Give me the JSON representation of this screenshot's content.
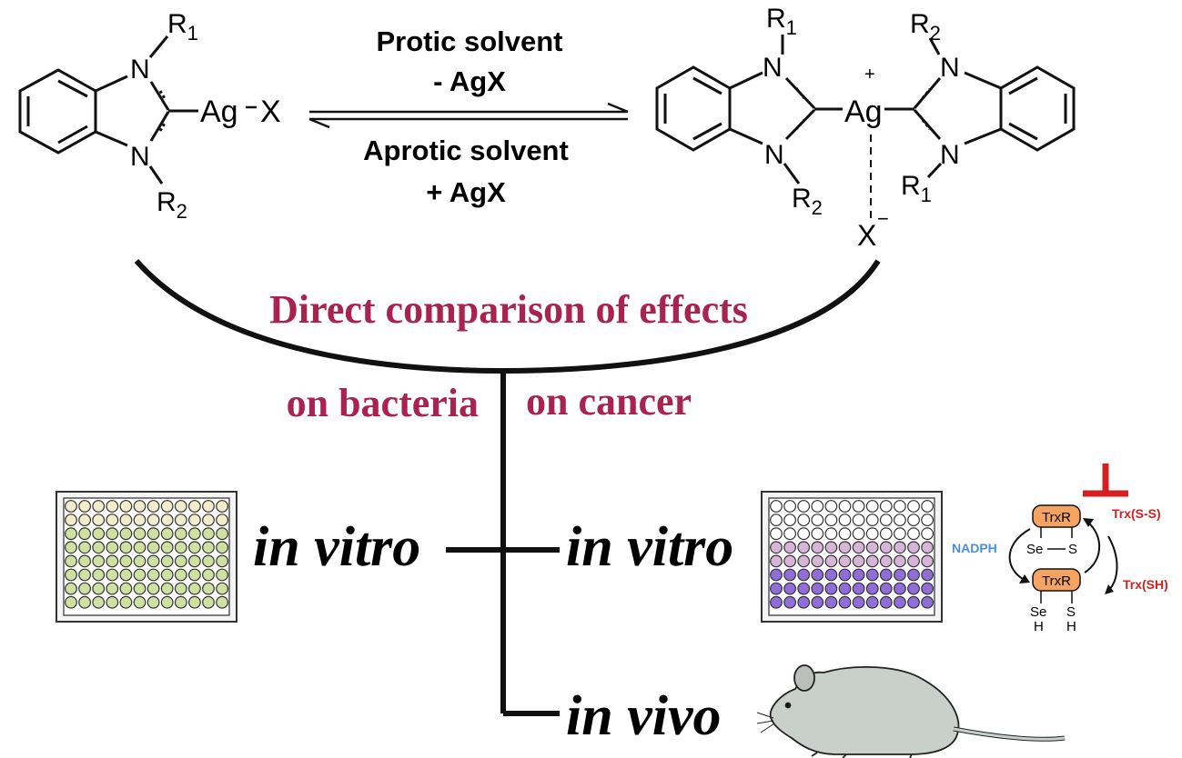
{
  "reaction": {
    "left_complex": {
      "r_top": "R",
      "r_top_sub": "1",
      "r_bottom": "R",
      "r_bottom_sub": "2",
      "n": "N",
      "ag": "Ag",
      "x": "X"
    },
    "forward": {
      "line1": "Protic solvent",
      "line2": "- AgX"
    },
    "reverse": {
      "line1": "Aprotic solvent",
      "line2": "+ AgX"
    },
    "right_complex": {
      "r1": "R",
      "r1_sub": "1",
      "r2": "R",
      "r2_sub": "2",
      "n": "N",
      "ag": "Ag",
      "plus": "+",
      "x": "X",
      "minus": "−"
    }
  },
  "comparison": {
    "title": "Direct comparison of effects",
    "left_branch": "on bacteria",
    "right_branch": "on cancer"
  },
  "assays": {
    "left_label": "in vitro",
    "right_label": "in vitro",
    "bottom_label": "in vivo",
    "bacteria_plate": {
      "rows": 8,
      "cols": 12,
      "well_color": "#cfe0a0",
      "light_color": "#f1eccb"
    },
    "cancer_plate": {
      "rows": 8,
      "cols": 12,
      "top_color": "#ffffff",
      "pink_color": "#d8b4d8",
      "purple_color": "#8f6ed8"
    }
  },
  "trxr_cycle": {
    "enzyme": "TrxR",
    "oxidized_se": "Se",
    "oxidized_s": "S",
    "reduced_se": "Se",
    "reduced_s": "S",
    "h": "H",
    "cofactor": "NADPH",
    "substrate": "Trx(S-S)",
    "product": "Trx(SH)",
    "colors": {
      "enzyme_fill": "#f4a460",
      "cofactor": "#4a90d9",
      "substrate": "#d42020",
      "inhibition": "#d42020"
    }
  }
}
